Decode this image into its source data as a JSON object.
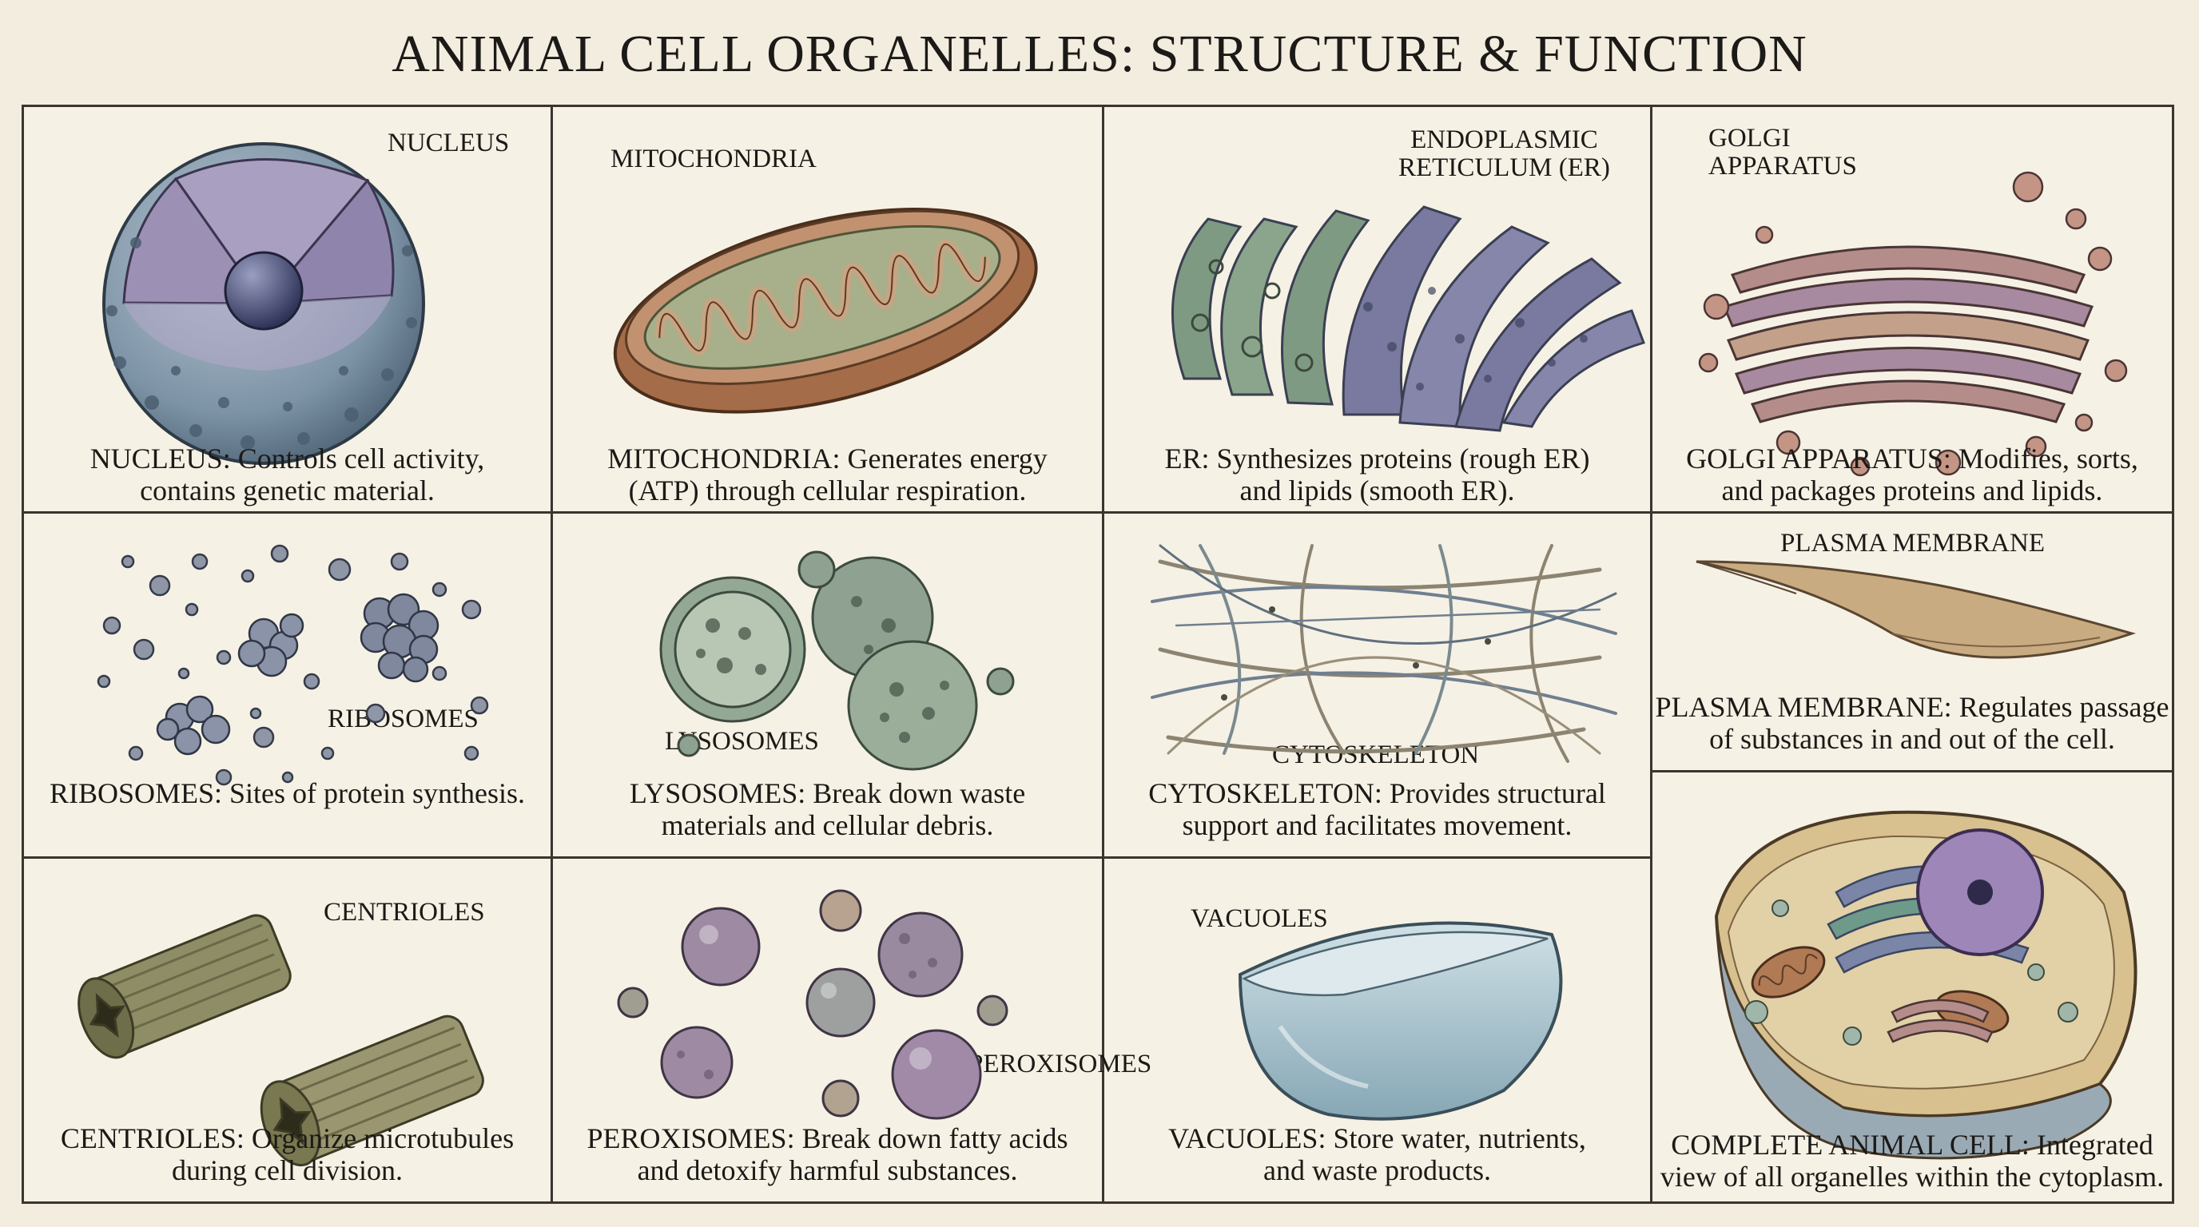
{
  "title": "ANIMAL CELL ORGANELLES: STRUCTURE & FUNCTION",
  "cells": {
    "nucleus": {
      "label": "NUCLEUS",
      "caption": [
        "NUCLEUS: Controls cell activity,",
        "contains genetic material."
      ]
    },
    "mitochondria": {
      "label": "MITOCHONDRIA",
      "caption": [
        "MITOCHONDRIA: Generates energy",
        "(ATP) through cellular respiration."
      ]
    },
    "er": {
      "label": [
        "ENDOPLASMIC",
        "RETICULUM (ER)"
      ],
      "caption": [
        "ER: Synthesizes proteins (rough ER)",
        "and lipids (smooth ER)."
      ]
    },
    "golgi": {
      "label": [
        "GOLGI",
        "APPARATUS"
      ],
      "caption": [
        "GOLGI APPARATUS: Modifies, sorts,",
        "and packages proteins and lipids."
      ]
    },
    "ribosomes": {
      "label": "RIBOSOMES",
      "caption": [
        "RIBOSOMES: Sites of protein synthesis."
      ]
    },
    "lysosomes": {
      "label": "LYSOSOMES",
      "caption": [
        "LYSOSOMES: Break down waste",
        "materials and cellular debris."
      ]
    },
    "cytoskeleton": {
      "label": "CYTOSKELETON",
      "caption": [
        "CYTOSKELETON: Provides structural",
        "support and facilitates movement."
      ]
    },
    "plasma_membrane": {
      "label": "PLASMA MEMBRANE",
      "caption": [
        "PLASMA MEMBRANE: Regulates passage",
        "of substances in and out of the cell."
      ]
    },
    "centrioles": {
      "label": "CENTRIOLES",
      "caption": [
        "CENTRIOLES: Organize microtubules",
        "during cell division."
      ]
    },
    "peroxisomes": {
      "label": "PEROXISOMES",
      "caption": [
        "PEROXISOMES: Break down fatty acids",
        "and detoxify harmful substances."
      ]
    },
    "vacuoles": {
      "label": "VACUOLES",
      "caption": [
        "VACUOLES: Store water, nutrients,",
        "and waste products."
      ]
    },
    "complete_cell": {
      "caption": [
        "COMPLETE ANIMAL CELL: Integrated",
        "view of all organelles within the cytoplasm."
      ]
    }
  },
  "colors": {
    "nucleus": "#7d93a6",
    "mitochondria_outer": "#b8805a",
    "mitochondria_inner": "#a7b08a",
    "er_green": "#7f9a82",
    "er_purple": "#7a7aa0",
    "golgi": "#b48d8a",
    "ribosome": "#8f96a6",
    "lysosome": "#93a895",
    "peroxisome": "#9e8aa3",
    "membrane": "#c9ab82",
    "centriole": "#8e8d66",
    "vacuole": "#a9c3cf"
  }
}
